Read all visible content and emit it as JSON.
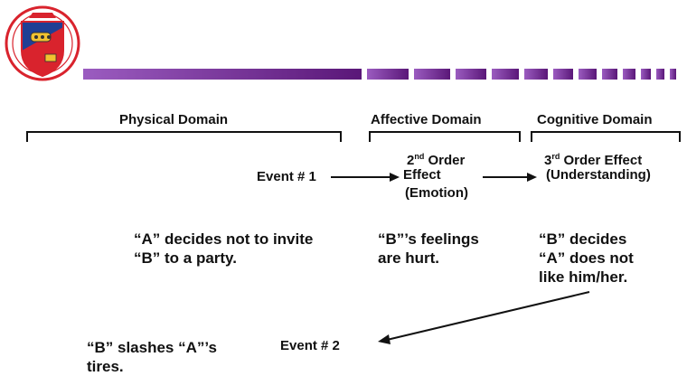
{
  "colors": {
    "accent": "#6a1d8a",
    "band_start": "#9b5cc0",
    "band_end": "#5a1778",
    "logo_red": "#d9232d",
    "logo_blue": "#1f3f94",
    "text": "#111111"
  },
  "logo": {
    "icon": "unit-crest-emblem"
  },
  "domains": {
    "physical": "Physical Domain",
    "affective": "Affective Domain",
    "cognitive": "Cognitive Domain"
  },
  "event1": "Event # 1",
  "second_order": {
    "prefix": "2",
    "sup": "nd",
    "rest": " Order",
    "line2": "Effect",
    "line3": "(Emotion)"
  },
  "third_order": {
    "prefix": "3",
    "sup": "rd",
    "rest": " Order Effect",
    "line2": "(Understanding)"
  },
  "statements": {
    "physical": "“A” decides not to invite\n“B” to a party.",
    "affective": "“B”’s feelings\nare hurt.",
    "cognitive": "“B” decides\n“A” does not\nlike him/her."
  },
  "result": "“B” slashes “A”’s\ntires.",
  "event2": "Event # 2"
}
